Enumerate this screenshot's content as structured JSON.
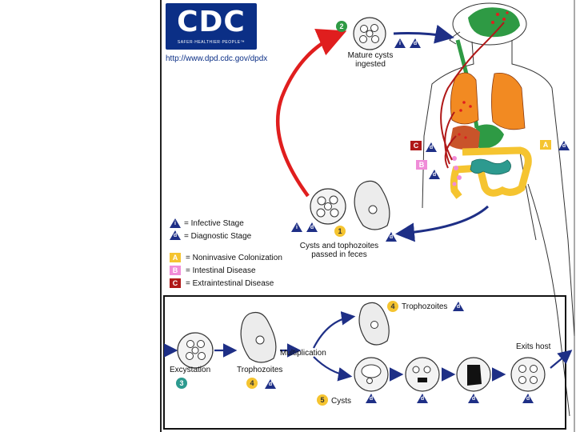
{
  "logo": {
    "text": "CDC",
    "tagline": "SAFER·HEALTHIER·PEOPLE™"
  },
  "url": "http://www.dpd.cdc.gov/dpdx",
  "stages": {
    "s1": {
      "num": "1",
      "label": "Cysts and tophozoites passed in feces"
    },
    "s2": {
      "num": "2",
      "label": "Mature cysts ingested"
    },
    "s3": {
      "num": "3",
      "label": "Excystation"
    },
    "s4a": {
      "num": "4",
      "label": "Trophozoites"
    },
    "s4b": {
      "num": "4",
      "label": "Trophozoites"
    },
    "s5": {
      "num": "5",
      "label": "Cysts"
    }
  },
  "legend": {
    "infective": {
      "symbol": "i",
      "text": "= Infective Stage"
    },
    "diagnostic": {
      "symbol": "d",
      "text": "= Diagnostic Stage"
    },
    "a": {
      "letter": "A",
      "text": "= Noninvasive Colonization"
    },
    "b": {
      "letter": "B",
      "text": "= Intestinal Disease"
    },
    "c": {
      "letter": "C",
      "text": "= Extraintestinal Disease"
    }
  },
  "inset": {
    "multiplication": "Multiplication",
    "exits": "Exits host"
  },
  "colors": {
    "navy": "#1e2f86",
    "red": "#e01e1e",
    "green": "#2e9a44",
    "teal": "#2d9a8f",
    "yellow": "#f5c430",
    "pink": "#f08cd8",
    "darkred": "#b01818",
    "orange": "#f28a22",
    "intestine": "#f5c430",
    "liver": "#c9542a"
  }
}
